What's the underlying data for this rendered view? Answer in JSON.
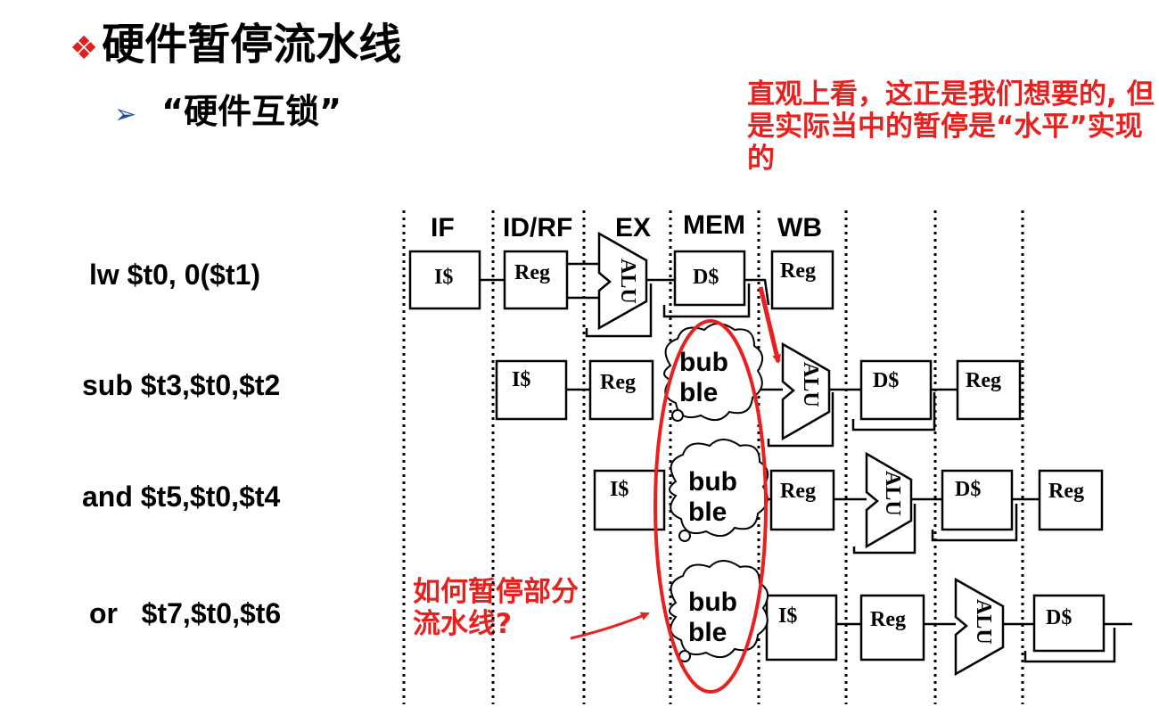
{
  "title": {
    "bullet": "❖",
    "text": "硬件暂停流水线"
  },
  "subtitle": {
    "bullet": "➢",
    "text": "“硬件互锁”"
  },
  "notes": {
    "top_right": "直观上看，这正是我们想要的, 但是实际当中的暂停是“水平”实现的",
    "question": "如何暂停部分流水线?"
  },
  "stages": [
    "IF",
    "ID/RF",
    "EX",
    "MEM",
    "WB"
  ],
  "instructions": [
    {
      "text": "lw $t0, 0($t1)"
    },
    {
      "text": "sub $t3,$t0,$t2"
    },
    {
      "text": "and $t5,$t0,$t4"
    },
    {
      "text": "or   $t7,$t0,$t6"
    }
  ],
  "pipeline_labels": {
    "icache": "I$",
    "reg": "Reg",
    "alu": "ALU",
    "dcache": "D$",
    "bubble_line1": "bub",
    "bubble_line2": "ble"
  },
  "colors": {
    "red": "#e8201e",
    "blue": "#1f4e9a",
    "ink": "#000000"
  }
}
